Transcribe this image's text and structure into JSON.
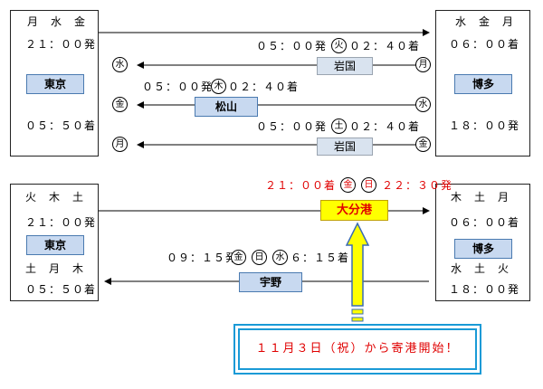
{
  "top": {
    "tokyo": {
      "days": "月　水　金",
      "depart": "２１：００発",
      "name": "東京",
      "arrive": "０５：５０着"
    },
    "hakata": {
      "days": "水　金　月",
      "arrive": "０６：００着",
      "name": "博多",
      "depart": "１８：００発"
    },
    "iwakuni_label": "岩国",
    "matsuyama_label": "松山",
    "iwakuni2_label": "岩国",
    "row1": {
      "time_left": "０５：００発",
      "day": "火",
      "time_right": "０２：４０着"
    },
    "row2": {
      "time_left": "０５：００発",
      "day": "木",
      "time_right": "０２：４０着"
    },
    "row3": {
      "time_left": "０５：００発",
      "day": "土",
      "time_right": "０２：４０着"
    },
    "left_days": [
      "水",
      "金",
      "月"
    ],
    "right_days": [
      "月",
      "水",
      "金"
    ]
  },
  "bottom": {
    "tokyo": {
      "days_out": "火　木　土",
      "depart": "２１：００発",
      "name": "東京",
      "days_in": "土　月　木",
      "arrive": "０５：５０着"
    },
    "hakata": {
      "days_in": "木　土　月",
      "arrive": "０６：００着",
      "name": "博多",
      "days_out": "水　土　火",
      "depart": "１８：００発"
    },
    "oita": {
      "name": "大分港",
      "arrive": "２１：００着",
      "days": [
        "金",
        "日"
      ],
      "depart": "２２：３０発"
    },
    "uno": {
      "name": "宇野",
      "depart": "０９：１５発",
      "days": [
        "金",
        "日",
        "水"
      ],
      "arrive": "６：１５着"
    }
  },
  "notice": "１１月３日（祝）から寄港開始！",
  "colors": {
    "yellow": "#ffff00",
    "red": "#e00000",
    "blue": "#1a9ad6",
    "label_bg": "#c8d9f0"
  }
}
